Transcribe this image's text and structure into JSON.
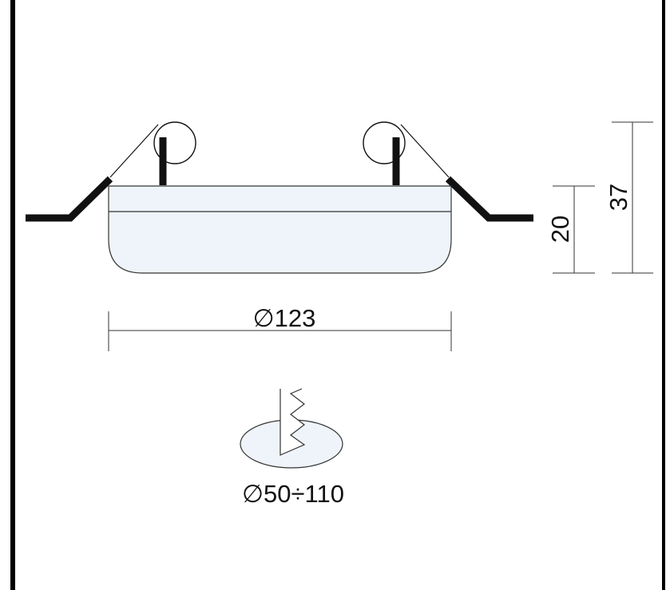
{
  "drawing": {
    "width_dimension": "123",
    "total_height_dimension": "37",
    "body_height_dimension": "20",
    "cutout_dimension_min": "50",
    "cutout_dimension_max": "110",
    "diameter_symbol": "∅",
    "range_symbol": "÷"
  },
  "colors": {
    "line": "#111111",
    "fill_body": "#eef4fa",
    "fill_ellipse": "#eef4fa",
    "frame": "#000000"
  }
}
